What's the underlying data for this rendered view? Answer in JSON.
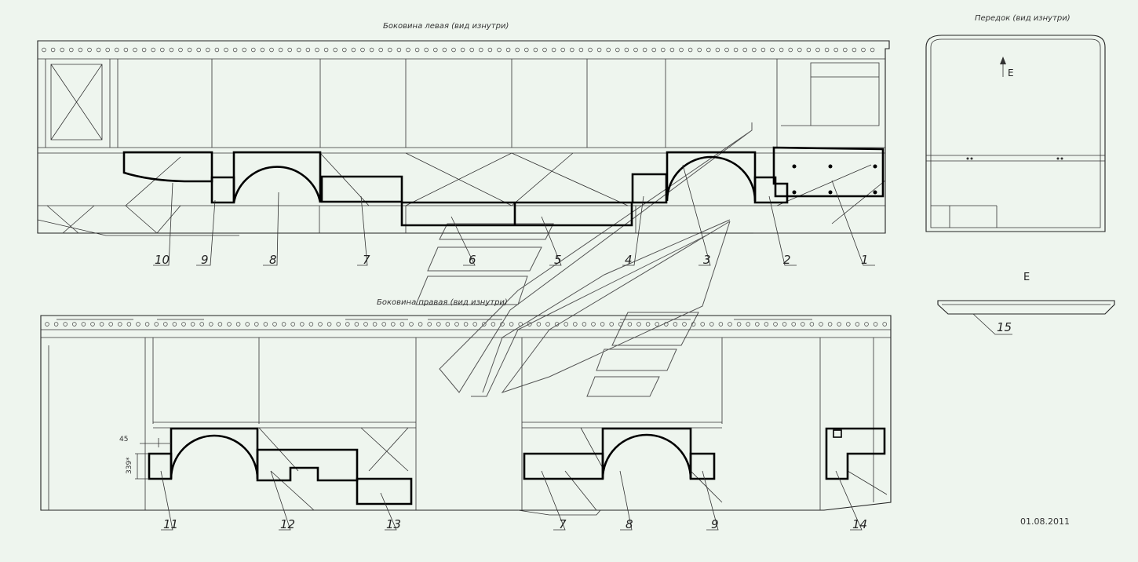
{
  "titles": {
    "left_side": "Боковина левая (вид изнутри)",
    "front": "Передок (вид изнутри)",
    "right_side": "Боковина правая (вид изнутри)"
  },
  "view_marker": "E",
  "view_label": "E",
  "date": "01.08.2011",
  "dims": {
    "width": "45",
    "height": "339*"
  },
  "top_numbers": [
    "10",
    "9",
    "8",
    "7",
    "6",
    "5",
    "4",
    "3",
    "2",
    "1"
  ],
  "bottom_numbers": [
    "11",
    "12",
    "13",
    "7",
    "8",
    "9",
    "14"
  ],
  "right_number": "15"
}
